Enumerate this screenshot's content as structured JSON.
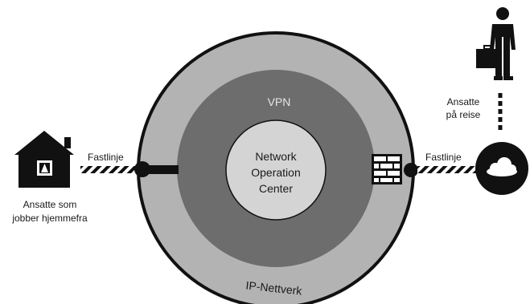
{
  "labels": {
    "vpn": "VPN",
    "noc": [
      "Network",
      "Operation",
      "Center"
    ],
    "ip_network": "IP-Nettverk",
    "left_link": "Fastlinje",
    "right_link": "Fastlinje",
    "home_workers": [
      "Ansatte som",
      "jobber  hjemmefra"
    ],
    "travelers": [
      "Ansatte",
      "på reise"
    ]
  },
  "icons": {
    "home": "house-icon",
    "traveler": "businessman-with-briefcase-icon",
    "cloud": "cloud-icon",
    "firewall": "firewall-brick-wall-icon"
  },
  "colors": {
    "outer_ring": "#b3b3b3",
    "middle_ring": "#6d6d6d",
    "inner_core": "#d4d4d4",
    "ink": "#111111",
    "label": "#1a1a1a"
  }
}
